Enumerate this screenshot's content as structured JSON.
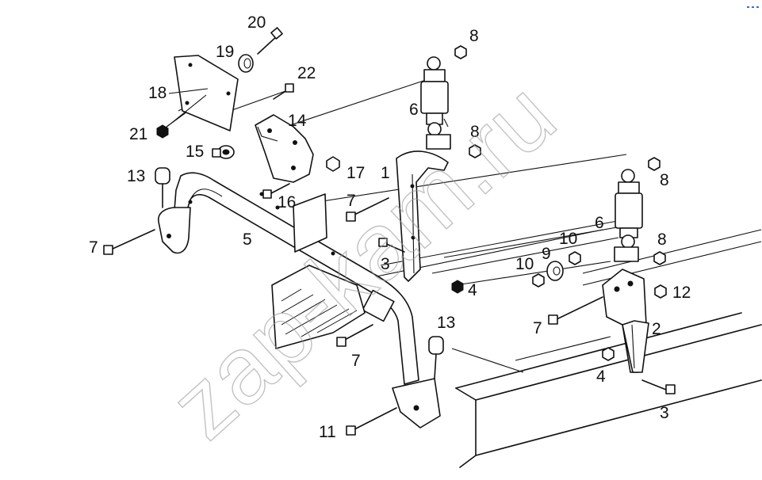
{
  "watermark": "zap-kam.ru",
  "callouts": {
    "c20": "20",
    "c19": "19",
    "c22": "22",
    "c18": "18",
    "c21": "21",
    "c14": "14",
    "c15": "15",
    "c13a": "13",
    "c17": "17",
    "c1": "1",
    "c16": "16",
    "c7a": "7",
    "c5": "5",
    "c7b": "7",
    "c3a": "3",
    "c4a": "4",
    "c8a": "8",
    "c6a": "6",
    "c8b": "8",
    "c8c": "8",
    "c6b": "6",
    "c8d": "8",
    "c10a": "10",
    "c9": "9",
    "c10b": "10",
    "c12": "12",
    "c7c": "7",
    "c2": "2",
    "c13b": "13",
    "c7d": "7",
    "c4b": "4",
    "c3b": "3",
    "c11": "11"
  },
  "colors": {
    "line": "#111111",
    "background": "#ffffff",
    "watermark": "#9a9a9a",
    "corner_mark": "#3a6fd8"
  }
}
